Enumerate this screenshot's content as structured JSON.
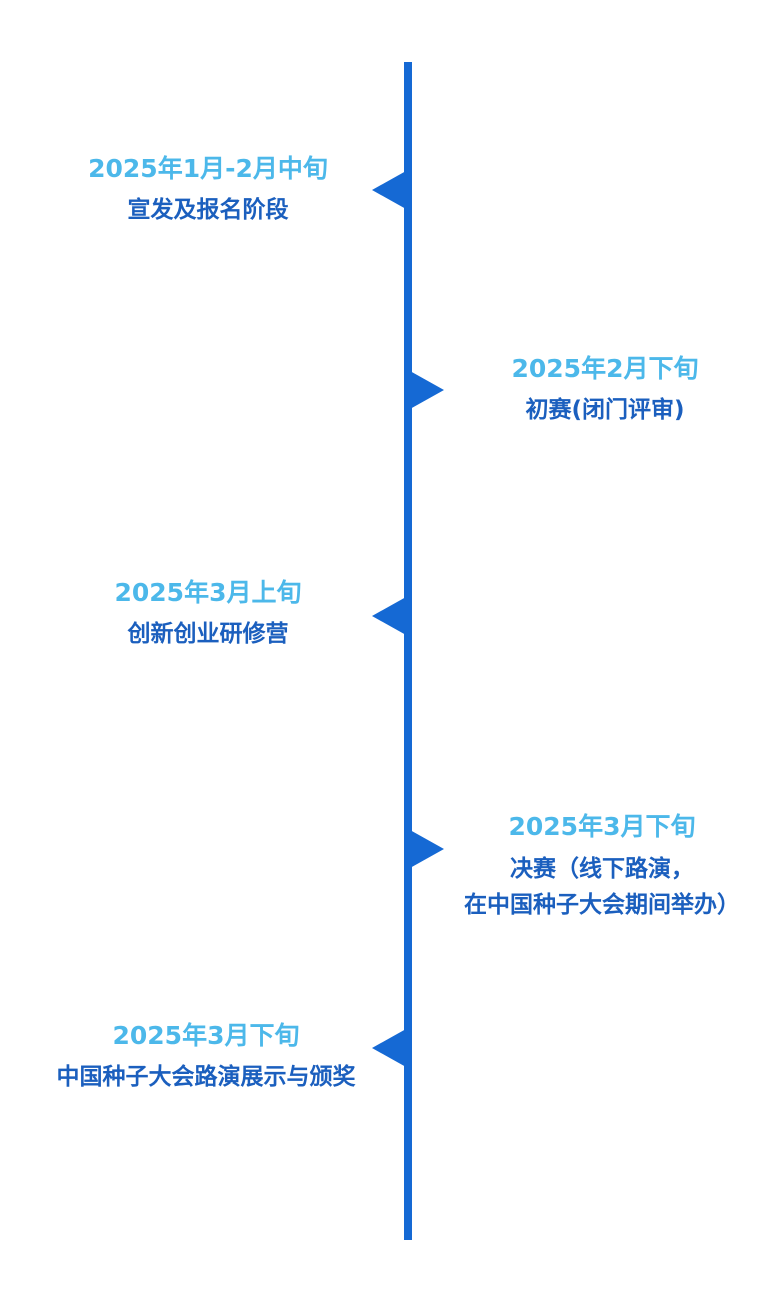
{
  "timeline": {
    "line_color": "#1569d4",
    "date_color": "#4cb8ea",
    "label_color": "#1b5fbe",
    "events": [
      {
        "date": "2025年1月-2月中旬",
        "label": "宣发及报名阶段",
        "side": "left"
      },
      {
        "date": "2025年2月下旬",
        "label": "初赛(闭门评审)",
        "side": "right"
      },
      {
        "date": "2025年3月上旬",
        "label": "创新创业研修营",
        "side": "left"
      },
      {
        "date": "2025年3月下旬",
        "label_lines": [
          "决赛（线下路演，",
          "在中国种子大会期间举办）"
        ],
        "side": "right"
      },
      {
        "date": "2025年3月下旬",
        "label": "中国种子大会路演展示与颁奖",
        "side": "left"
      }
    ]
  }
}
